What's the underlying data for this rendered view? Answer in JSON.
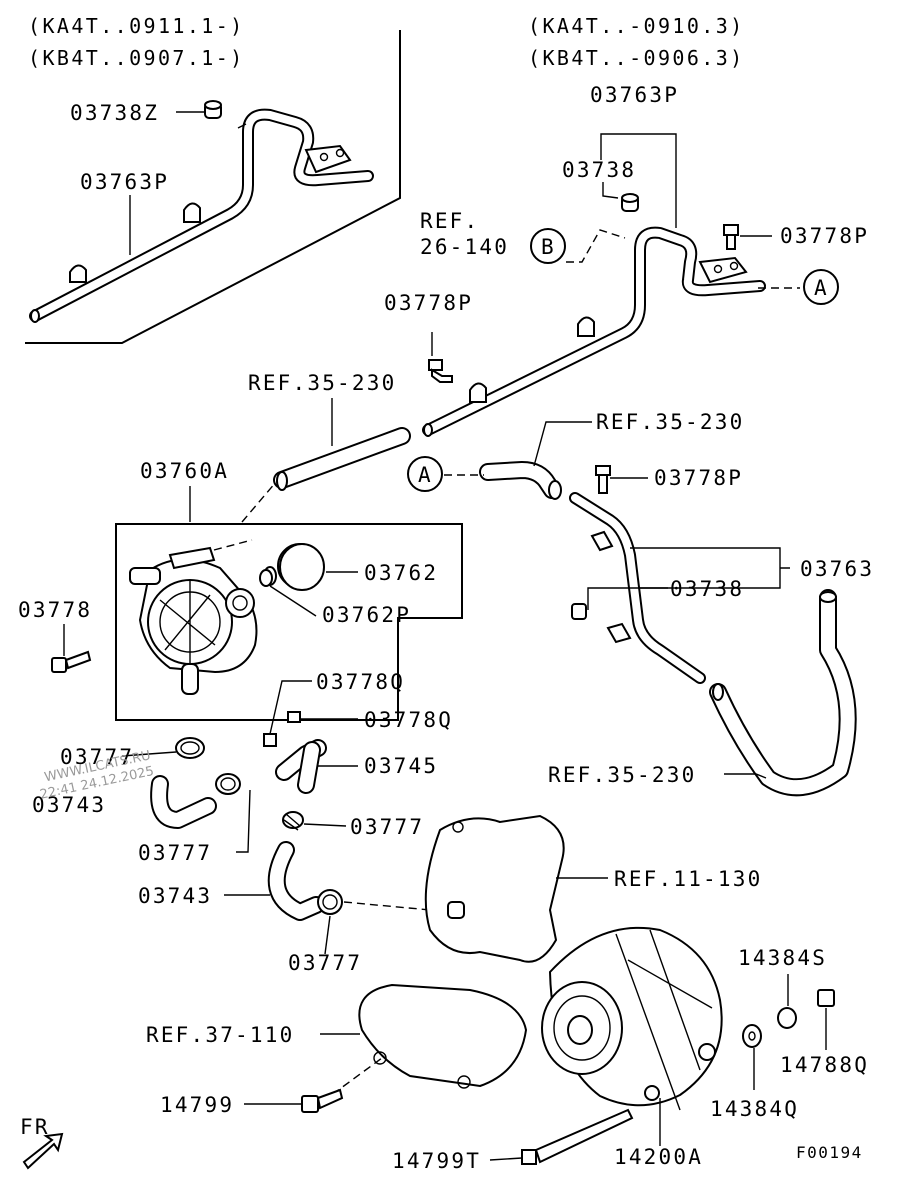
{
  "headers": {
    "left_line1": "(KA4T..0911.1-)",
    "left_line2": "(KB4T..0907.1-)",
    "right_line1": "(KA4T..-0910.3)",
    "right_line2": "(KB4T..-0906.3)"
  },
  "labels": {
    "p03738Z": "03738Z",
    "p03763P_left": "03763P",
    "p03763P_right": "03763P",
    "p03738_top": "03738",
    "ref_26_140_a": "REF.",
    "ref_26_140_b": "26-140",
    "callout_b": "B",
    "p03778P_top": "03778P",
    "callout_a_right": "A",
    "p03778P_mid": "03778P",
    "ref_35_230_a": "REF.35-230",
    "ref_35_230_b": "REF.35-230",
    "ref_35_230_c": "REF.35-230",
    "p03760A": "03760A",
    "callout_a_left": "A",
    "p03778P_right": "03778P",
    "p03762": "03762",
    "p03762P": "03762P",
    "p03763": "03763",
    "p03738_right": "03738",
    "p03778": "03778",
    "p03778Q_a": "03778Q",
    "p03778Q_b": "03778Q",
    "p03777_a": "03777",
    "p03743_a": "03743",
    "p03745": "03745",
    "p03777_b": "03777",
    "p03777_c": "03777",
    "ref_11_130": "REF.11-130",
    "p03743_b": "03743",
    "p03777_d": "03777",
    "p14384S": "14384S",
    "ref_37_110": "REF.37-110",
    "p14788Q": "14788Q",
    "p14799": "14799",
    "p14384Q": "14384Q",
    "fr": "FR",
    "p14799T": "14799T",
    "p14200A": "14200A",
    "figure_id": "F00194"
  },
  "watermark": {
    "site": "WWW.ILCATS.RU",
    "datetime": "22:41 24.12.2025"
  }
}
